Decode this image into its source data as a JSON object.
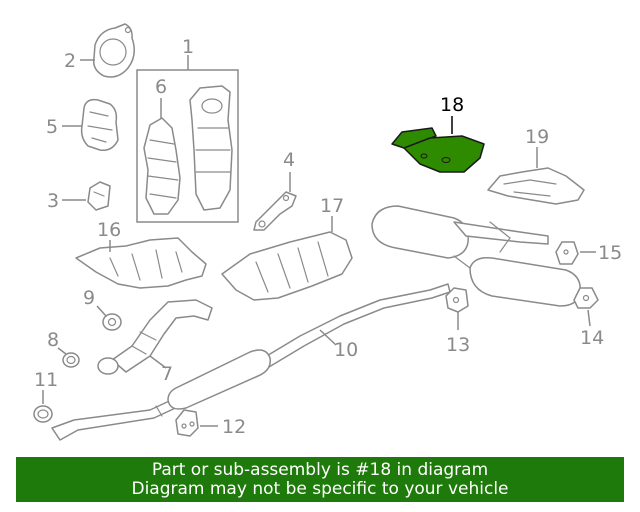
{
  "diagram": {
    "highlight_color": "#2e8b00",
    "part_color": "#8a8a8a",
    "callouts": [
      {
        "id": "1",
        "text": "1"
      },
      {
        "id": "2",
        "text": "2"
      },
      {
        "id": "3",
        "text": "3"
      },
      {
        "id": "4",
        "text": "4"
      },
      {
        "id": "5",
        "text": "5"
      },
      {
        "id": "6",
        "text": "6"
      },
      {
        "id": "7",
        "text": "7"
      },
      {
        "id": "8",
        "text": "8"
      },
      {
        "id": "9",
        "text": "9"
      },
      {
        "id": "10",
        "text": "10"
      },
      {
        "id": "11",
        "text": "11"
      },
      {
        "id": "12",
        "text": "12"
      },
      {
        "id": "13",
        "text": "13"
      },
      {
        "id": "14",
        "text": "14"
      },
      {
        "id": "15",
        "text": "15"
      },
      {
        "id": "16",
        "text": "16"
      },
      {
        "id": "17",
        "text": "17"
      },
      {
        "id": "18",
        "text": "18"
      },
      {
        "id": "19",
        "text": "19"
      }
    ],
    "highlighted_part": "18"
  },
  "banner": {
    "background": "#1e7a0a",
    "line1": "Part or sub-assembly is #18 in diagram",
    "line2": "Diagram may not be specific to your vehicle"
  }
}
